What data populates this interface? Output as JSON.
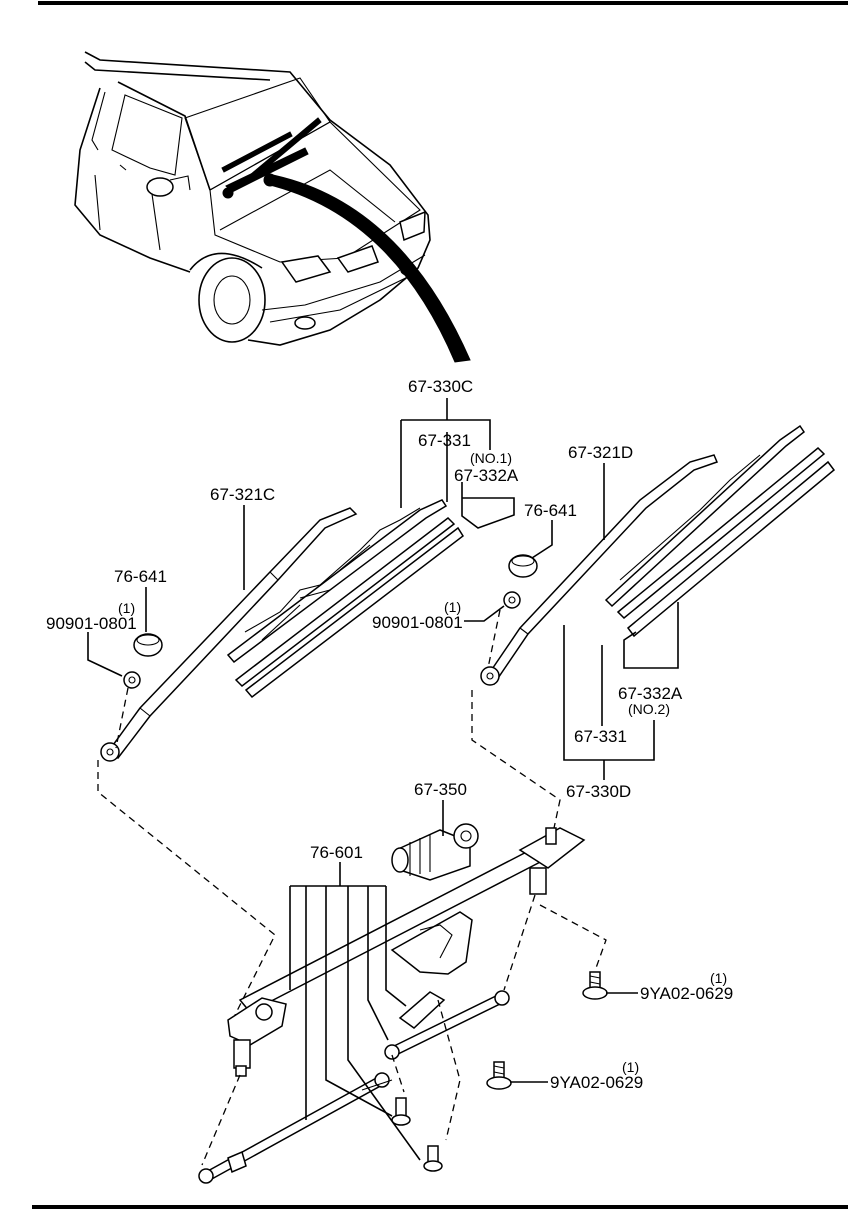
{
  "labels": {
    "arm_assy_c": "67-330C",
    "blade_c": "67-331",
    "no1": "(NO.1)",
    "rubber_c": "67-332A",
    "arm_c": "67-321C",
    "cap_left": "76-641",
    "qty_nut_left": "(1)",
    "nut_left": "90901-0801",
    "arm_d": "67-321D",
    "cap_right": "76-641",
    "qty_nut_right": "(1)",
    "nut_right": "90901-0801",
    "rubber_d": "67-332A",
    "no2": "(NO.2)",
    "blade_d": "67-331",
    "arm_assy_d": "67-330D",
    "motor": "67-350",
    "linkage": "76-601",
    "qty_bolt_upper": "(1)",
    "bolt_upper": "9YA02-0629",
    "qty_bolt_lower": "(1)",
    "bolt_lower": "9YA02-0629"
  }
}
